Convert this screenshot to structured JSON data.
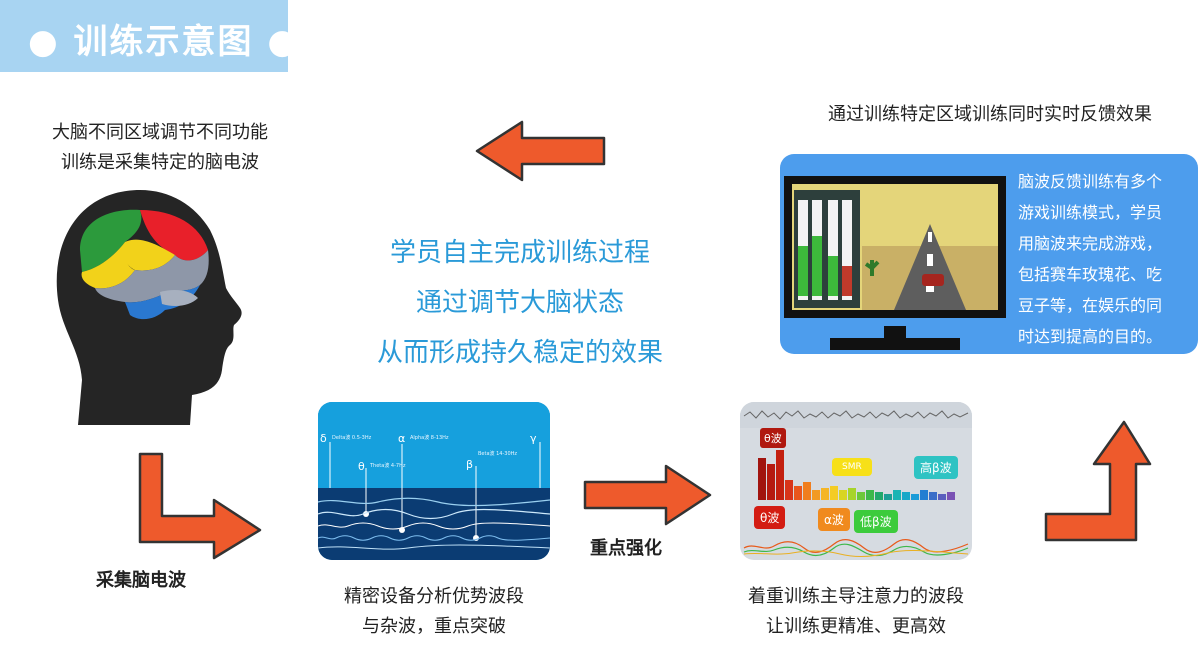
{
  "header": {
    "title": "● 训练示意图 ●"
  },
  "left_caption": {
    "line1": "大脑不同区域调节不同功能",
    "line2": "训练是采集特定的脑电波"
  },
  "top_right_caption": "通过训练特定区域训练同时实时反馈效果",
  "center_text": {
    "line1": "学员自主完成训练过程",
    "line2": "通过调节大脑状态",
    "line3": "从而形成持久稳定的效果"
  },
  "collect_label": "采集脑电波",
  "emphasis_label": "重点强化",
  "eeg_caption": {
    "line1": "精密设备分析优势波段",
    "line2": "与杂波，重点突破"
  },
  "fb_caption": {
    "line1": "着重训练主导注意力的波段",
    "line2": "让训练更精准、更高效"
  },
  "game_desc": {
    "line1": "脑波反馈训练有多个",
    "line2": "游戏训练模式，学员",
    "line3": "用脑波来完成游戏，",
    "line4": "包括赛车玫瑰花、吃",
    "line5": "豆子等，在娱乐的同",
    "line6": "时达到提高的目的。"
  },
  "eeg_screen": {
    "delta_glyph": "δ",
    "theta_glyph": "θ",
    "alpha_glyph": "α",
    "beta_glyph": "β",
    "gamma_glyph": "γ",
    "delta_text": "Delta波 0.5-3Hz",
    "theta_text": "Theta波 4-7Hz",
    "alpha_text": "Alpha波 8-13Hz",
    "beta_text": "Beta波 14-30Hz"
  },
  "fb_screen": {
    "theta_label": "θ波",
    "theta2_label": "θ波",
    "alpha_label": "α波",
    "lowbeta_label": "低β波",
    "smr_label": "SMR",
    "highbeta_label": "高β波"
  },
  "colors": {
    "arrow": "#ee5a2c",
    "arrow_stroke": "#333333",
    "accent_blue": "#2a9ad8",
    "card_blue": "#4d9ded"
  }
}
